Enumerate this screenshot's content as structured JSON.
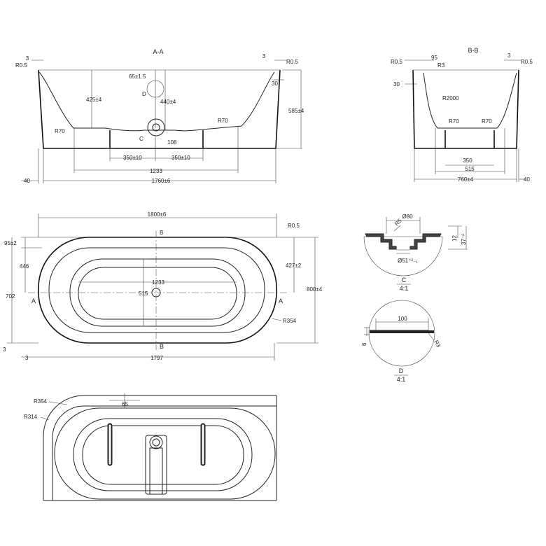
{
  "section_aa": {
    "title": "A-A",
    "dims": {
      "top_left_3": "3",
      "top_right_3": "3",
      "r05_left": "R0.5",
      "r05_right": "R0.5",
      "d65": "65±1.5",
      "label_d": "D",
      "d425": "425±4",
      "d440": "440±4",
      "d585": "585±4",
      "d30": "30",
      "r70_left": "R70",
      "r70_right": "R70",
      "label_c": "C",
      "d108": "108",
      "d350_left": "350±10",
      "d350_right": "350±10",
      "d1233": "1233",
      "d40": "40",
      "d1760": "1760±6"
    }
  },
  "section_bb": {
    "title": "B-B",
    "dims": {
      "r05_left": "R0.5",
      "d95": "95",
      "r3": "R3",
      "d3": "3",
      "r05_right": "R0.5",
      "d30": "30",
      "r2000": "R2000",
      "r70_left": "R70",
      "r70_right": "R70",
      "d350": "350",
      "d515": "515",
      "d760": "760±4",
      "d40": "40"
    }
  },
  "plan": {
    "dims": {
      "d1800": "1800±6",
      "label_b_top": "B",
      "r05": "R0.5",
      "d95": "95±2",
      "d446": "446",
      "d427": "427±2",
      "d702": "702",
      "d800": "800±4",
      "d1233": "1233",
      "d515": "515",
      "label_a_left": "A",
      "label_a_right": "A",
      "r354": "R354",
      "d3": "3",
      "label_b_bottom": "B",
      "d3_bottom": "3",
      "d1797": "1797"
    }
  },
  "detail_c": {
    "label": "C",
    "scale": "4:1",
    "dims": {
      "d80": "Ø80",
      "r5": "R5",
      "d12": "12",
      "d37": "37⁻²",
      "d51": "Ø51⁺²₋₁"
    }
  },
  "detail_d": {
    "label": "D",
    "scale": "4:1",
    "dims": {
      "d100": "100",
      "d6": "6",
      "r3": "R3"
    }
  },
  "view_3d": {
    "dims": {
      "r354": "R354",
      "r314": "R314",
      "d65": "65"
    }
  }
}
